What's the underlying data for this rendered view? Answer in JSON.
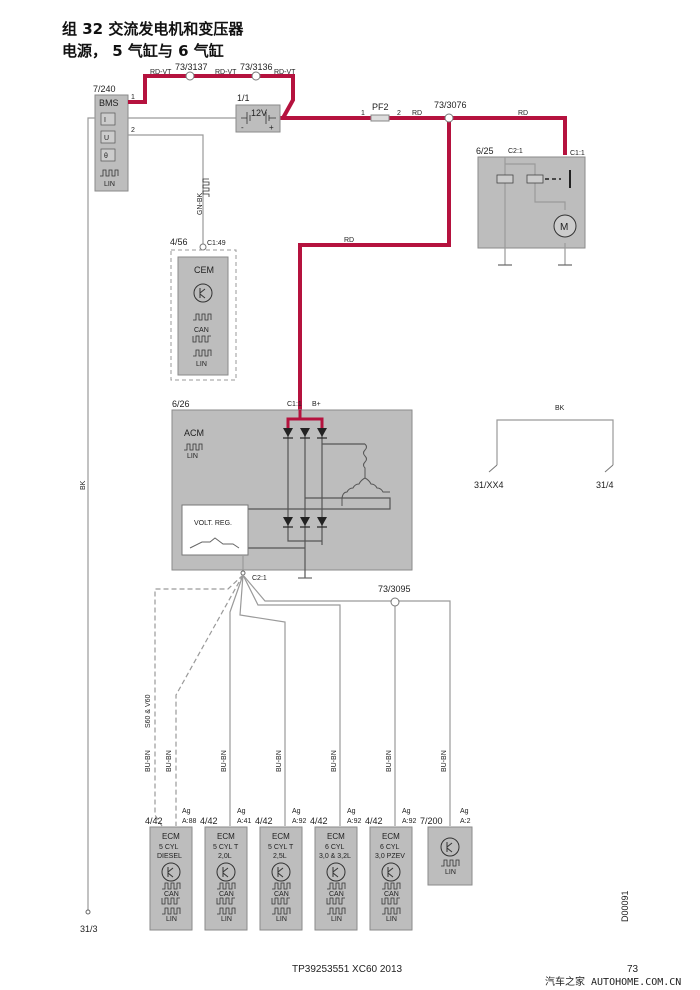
{
  "header": {
    "title_line1": "组 32 交流发电机和变压器",
    "title_line2": "电源， 5 气缸与 6 气缸"
  },
  "bms": {
    "ref": "7/240",
    "label": "BMS",
    "pin1": "1",
    "pin2": "2",
    "lin": "LIN",
    "sym_i": "I",
    "sym_u": "U",
    "sym_t": "θ"
  },
  "splices": {
    "s1": "73/3137",
    "s2": "73/3136",
    "s3": "73/3076",
    "s4": "73/3095"
  },
  "wire_colors": {
    "rdvt": "RD-VT",
    "rd": "RD",
    "gnbk": "GN-BK",
    "bk": "BK",
    "buBn": "BU-BN",
    "variant": "S60 & V60"
  },
  "battery": {
    "ref": "1/1",
    "label": "12V",
    "minus": "-",
    "plus": "+"
  },
  "fuse": {
    "label": "PF2",
    "pin1": "1",
    "pin2": "2"
  },
  "relay": {
    "ref": "6/25",
    "c2": "C2:1",
    "c1": "C1:1",
    "motor": "M"
  },
  "cem": {
    "ref": "4/56",
    "conn": "C1:49",
    "label": "CEM",
    "can": "CAN",
    "lin": "LIN"
  },
  "acm": {
    "ref": "6/26",
    "label": "ACM",
    "lin": "LIN",
    "conn_c1": "C1:1",
    "bplus": "B+",
    "volt_reg": "VOLT. REG.",
    "conn_c2": "C2:1"
  },
  "grounds": {
    "g1": "31/XX4",
    "g2": "31/4",
    "g3": "31/3"
  },
  "ecms": [
    {
      "ref": "4/42",
      "label": "ECM",
      "l1": "5 CYL",
      "l2": "DIESEL",
      "ag": "Ag",
      "pin": "A:88",
      "can": "CAN",
      "lin": "LIN"
    },
    {
      "ref": "4/42",
      "label": "ECM",
      "l1": "5 CYL T",
      "l2": "2,0L",
      "ag": "Ag",
      "pin": "A:41",
      "can": "CAN",
      "lin": "LIN"
    },
    {
      "ref": "4/42",
      "label": "ECM",
      "l1": "5 CYL T",
      "l2": "2,5L",
      "ag": "Ag",
      "pin": "A:92",
      "can": "CAN",
      "lin": "LIN"
    },
    {
      "ref": "4/42",
      "label": "ECM",
      "l1": "6 CYL",
      "l2": "3,0 & 3,2L",
      "ag": "Ag",
      "pin": "A:92",
      "can": "CAN",
      "lin": "LIN"
    },
    {
      "ref": "4/42",
      "label": "ECM",
      "l1": "6 CYL",
      "l2": "3,0 PZEV",
      "ag": "Ag",
      "pin": "A:92",
      "can": "CAN",
      "lin": "LIN"
    }
  ],
  "module7200": {
    "ref": "7/200",
    "ag": "Ag",
    "pin": "A:2",
    "lin": "LIN"
  },
  "footer": {
    "doc_id": "D00091",
    "doc_ref": "TP39253551 XC60 2013",
    "page": "73",
    "watermark": "汽车之家  AUTOHOME.COM.CN"
  }
}
